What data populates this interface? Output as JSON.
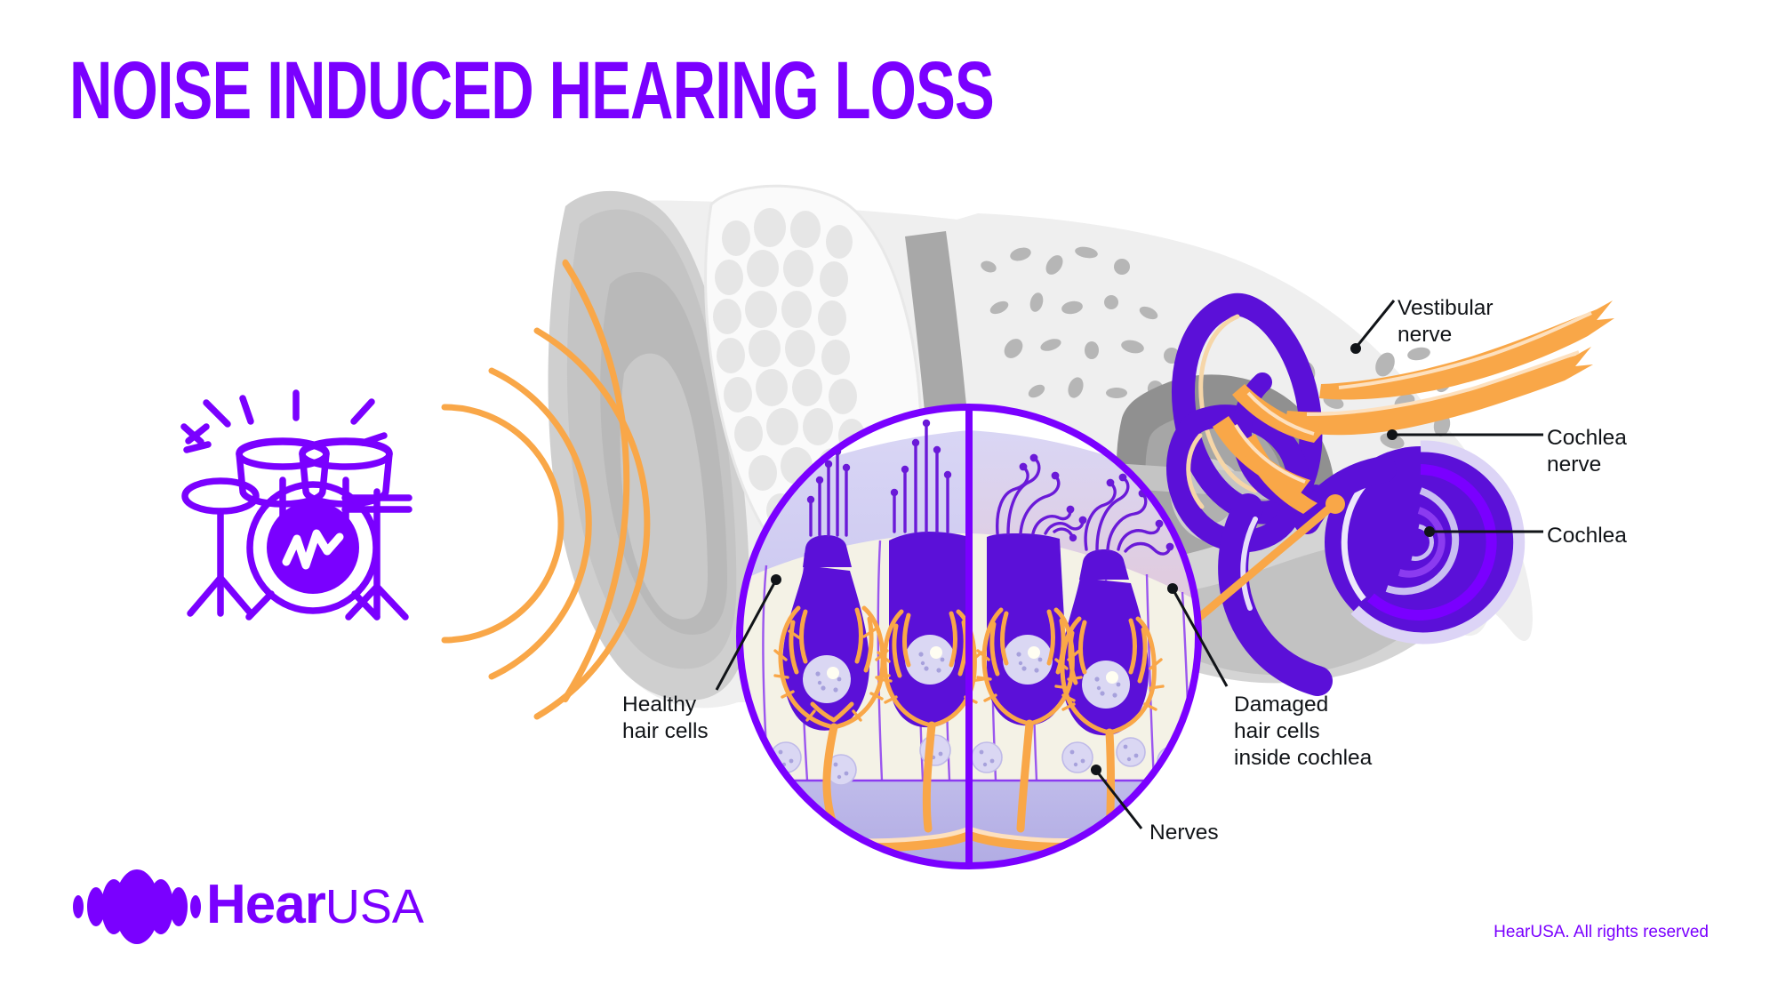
{
  "page": {
    "title": "NOISE INDUCED HEARING LOSS",
    "background": "#ffffff"
  },
  "colors": {
    "brand_purple": "#7A00FF",
    "deep_purple": "#5B10D8",
    "orange": "#F9A748",
    "orange_light": "#FBC07E",
    "label_text": "#111418",
    "bone_light": "#EFEFEF",
    "cartilage_grey": "#C8C8C8",
    "cell_cream": "#F4F2E6",
    "lavender": "#C3C0EC"
  },
  "labels": [
    {
      "id": "vestibular-nerve",
      "text": "Vestibular\nnerve"
    },
    {
      "id": "cochlea-nerve",
      "text": "Cochlea\nnerve"
    },
    {
      "id": "cochlea",
      "text": "Cochlea"
    },
    {
      "id": "healthy-hair-cells",
      "text": "Healthy\nhair cells"
    },
    {
      "id": "damaged-hair-cells",
      "text": "Damaged\nhair cells\ninside cochlea"
    },
    {
      "id": "nerves",
      "text": "Nerves"
    }
  ],
  "label_text": {
    "vestibular_nerve": "Vestibular\nnerve",
    "cochlea_nerve": "Cochlea\nnerve",
    "cochlea": "Cochlea",
    "healthy_hair_cells": "Healthy\nhair cells",
    "damaged_hair_cells": "Damaged\nhair cells\ninside cochlea",
    "nerves": "Nerves"
  },
  "illustration": {
    "sound_source_icon": "drum-kit-icon",
    "sound_waves": {
      "count": 4,
      "color": "#F9A748"
    },
    "ear_anatomy": "outer-middle-inner-ear-cross-section",
    "magnifier": {
      "left_half": "healthy hair cells with upright stereocilia",
      "right_half": "damaged hair cells with bent stereocilia",
      "hair_cell_count": 4
    }
  },
  "footer": {
    "logo_hear": "Hear",
    "logo_usa": "USA",
    "copyright": "HearUSA. All rights reserved"
  }
}
